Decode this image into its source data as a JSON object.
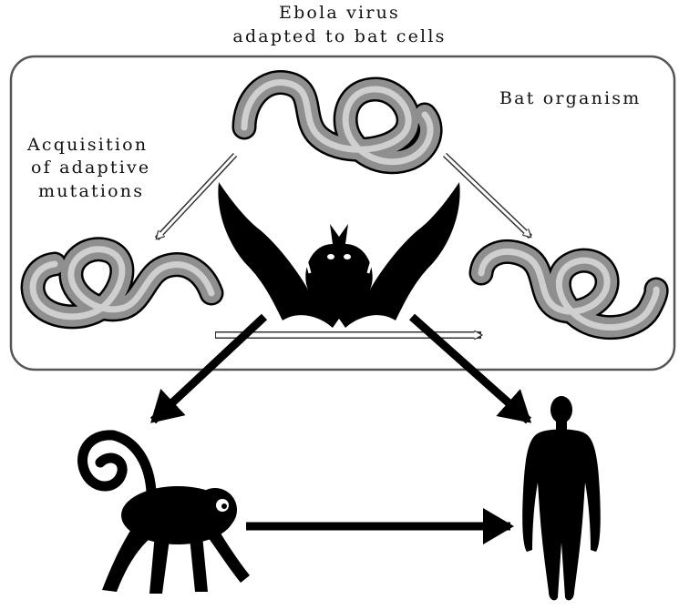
{
  "title": {
    "line1": "Ebola virus",
    "line2": "adapted to bat cells"
  },
  "region_label": "Bat organism",
  "mutation_label": {
    "line1": "Acquisition",
    "line2": "of adaptive",
    "line3": "mutations"
  },
  "icons": {
    "bat": "bat-icon",
    "monkey": "monkey-icon",
    "human": "human-icon",
    "virus": "ebola-virus-icon"
  },
  "colors": {
    "virus_body": "#8f8f8f",
    "virus_core": "#cfcfcf",
    "silhouette": "#000000",
    "box_border": "#555555"
  }
}
